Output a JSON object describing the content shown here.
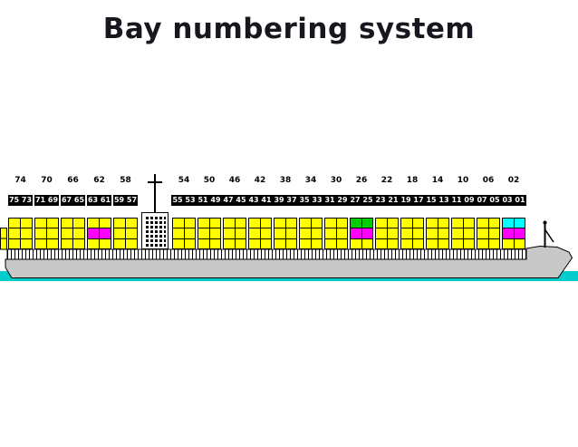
{
  "slide": {
    "title": "Bay numbering system"
  },
  "diagram": {
    "colors": {
      "yellow": "#ffff00",
      "magenta": "#ff00ff",
      "green": "#00cc00",
      "cyan": "#00ffff",
      "hull": "#c8c8c8",
      "water": "#00cccc",
      "label_bg": "#000000",
      "label_fg": "#ffffff"
    },
    "aft_bays": [
      {
        "forty": "74",
        "twenties": "75 73",
        "tiers": [
          "yellow",
          "yellow",
          "yellow"
        ]
      },
      {
        "forty": "70",
        "twenties": "71 69",
        "tiers": [
          "yellow",
          "yellow",
          "yellow"
        ]
      },
      {
        "forty": "66",
        "twenties": "67 65",
        "tiers": [
          "yellow",
          "yellow",
          "yellow"
        ]
      },
      {
        "forty": "62",
        "twenties": "63 61",
        "tiers": [
          "yellow",
          "magenta",
          "yellow"
        ]
      },
      {
        "forty": "58",
        "twenties": "59 57",
        "tiers": [
          "yellow",
          "yellow",
          "yellow"
        ]
      }
    ],
    "fore_bays": [
      {
        "forty": "54",
        "twenties": "55 53",
        "tiers": [
          "yellow",
          "yellow",
          "yellow"
        ]
      },
      {
        "forty": "50",
        "twenties": "51 49",
        "tiers": [
          "yellow",
          "yellow",
          "yellow"
        ]
      },
      {
        "forty": "46",
        "twenties": "47 45",
        "tiers": [
          "yellow",
          "yellow",
          "yellow"
        ]
      },
      {
        "forty": "42",
        "twenties": "43 41",
        "tiers": [
          "yellow",
          "yellow",
          "yellow"
        ]
      },
      {
        "forty": "38",
        "twenties": "39 37",
        "tiers": [
          "yellow",
          "yellow",
          "yellow"
        ]
      },
      {
        "forty": "34",
        "twenties": "35 33",
        "tiers": [
          "yellow",
          "yellow",
          "yellow"
        ]
      },
      {
        "forty": "30",
        "twenties": "31 29",
        "tiers": [
          "yellow",
          "yellow",
          "yellow"
        ]
      },
      {
        "forty": "26",
        "twenties": "27 25",
        "tiers": [
          "green",
          "magenta",
          "yellow"
        ]
      },
      {
        "forty": "22",
        "twenties": "23 21",
        "tiers": [
          "yellow",
          "yellow",
          "yellow"
        ]
      },
      {
        "forty": "18",
        "twenties": "19 17",
        "tiers": [
          "yellow",
          "yellow",
          "yellow"
        ]
      },
      {
        "forty": "14",
        "twenties": "15 13",
        "tiers": [
          "yellow",
          "yellow",
          "yellow"
        ]
      },
      {
        "forty": "10",
        "twenties": "11 09",
        "tiers": [
          "yellow",
          "yellow",
          "yellow"
        ]
      },
      {
        "forty": "06",
        "twenties": "07 05",
        "tiers": [
          "yellow",
          "yellow",
          "yellow"
        ]
      },
      {
        "forty": "02",
        "twenties": "03 01",
        "tiers": [
          "cyan",
          "magenta",
          "yellow"
        ]
      }
    ]
  }
}
